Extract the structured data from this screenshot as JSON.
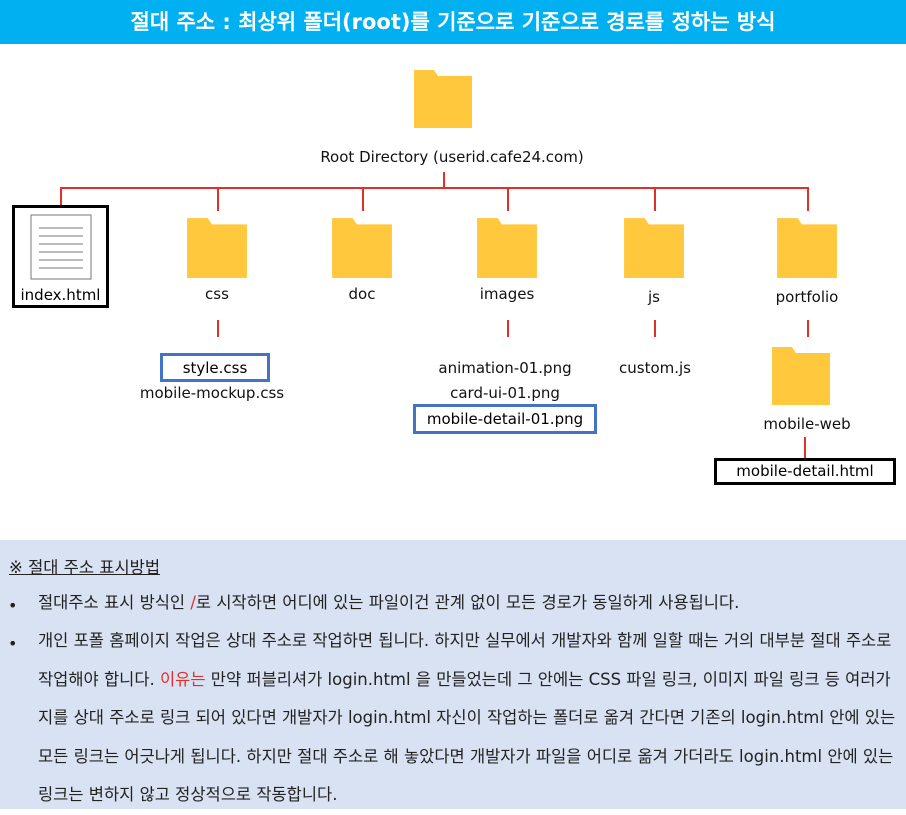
{
  "title": "절대 주소 : 최상위 폴더(root)를 기준으로 기준으로 경로를 정하는 방식",
  "root": "Root Directory (userid.cafe24.com)",
  "index_file": "index.html",
  "folders": {
    "css": "css",
    "doc": "doc",
    "images": "images",
    "js": "js",
    "portfolio": "portfolio",
    "mobile_web": "mobile-web"
  },
  "files": {
    "style": "style.css",
    "mockup": "mobile-mockup.css",
    "anim": "animation-01.png",
    "card": "card-ui-01.png",
    "detail01": "mobile-detail-01.png",
    "custom": "custom.js",
    "mdetail": "mobile-detail.html"
  },
  "notes": {
    "heading": "※ 절대 주소 표시방법",
    "b1_pre": "절대주소 표시 방식인 ",
    "b1_slash": "/",
    "b1_post": "로 시작하면 어디에 있는 파일이건 관계 없이 모든 경로가 동일하게 사용됩니다.",
    "b2_pre": "개인 포폴 홈페이지 작업은 상대 주소로 작업하면 됩니다. 하지만 실무에서 개발자와 함께 일할 때는 거의 대부분 절대 주소로 작업해야 합니다. ",
    "b2_red": "이유는",
    "b2_post": " 만약 퍼블리셔가 login.html 을 만들었는데 그 안에는 CSS 파일 링크, 이미지 파일 링크 등 여러가지를 상대 주소로 링크 되어 있다면 개발자가 login.html 자신이 작업하는 폴더로 옮겨 간다면 기존의 login.html 안에 있는 모든 링크는 어긋나게 됩니다. 하지만 절대 주소로 해 놓았다면 개발자가 파일을 어디로 옮겨 가더라도 login.html 안에 있는 링크는 변하지 않고 정상적으로 작동합니다."
  },
  "colors": {
    "folder": "#FFC83D",
    "line": "#E0302A",
    "accent": "#00B0F0"
  }
}
